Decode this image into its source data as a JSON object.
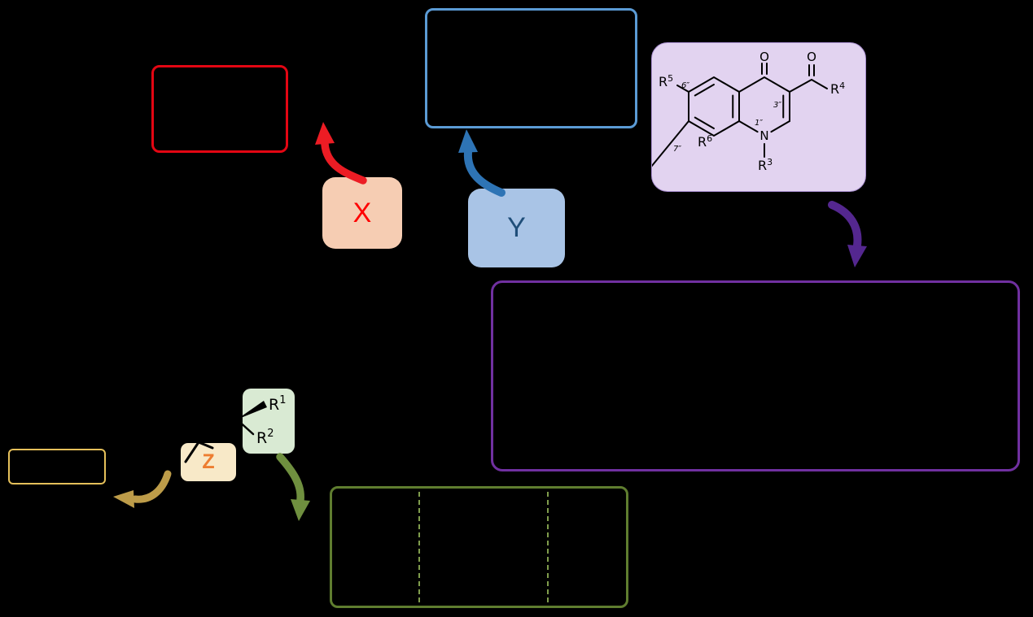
{
  "colors": {
    "background": "#000000",
    "red_box_border": "#e30613",
    "blue_box_border": "#5b9bd5",
    "purple_box_border": "#7030a0",
    "green_box_border": "#5f7d2f",
    "yellow_box_border": "#e5c05a",
    "lavender_box_fill": "#e2d3f0",
    "x_chip_fill": "#f6cdb3",
    "y_chip_fill": "#a9c4e6",
    "z_chip_fill": "#f8e9c8",
    "fragment_chip_fill": "#d9ead3",
    "x_text": "#ff0000",
    "y_text": "#1f4e79",
    "z_text": "#ed7d31",
    "structure_ink": "#000000",
    "arrow_red": "#ec1c24",
    "arrow_blue": "#2e74b5",
    "arrow_purple": "#54278f",
    "arrow_tan": "#bd9c49",
    "arrow_green": "#6f8f3f",
    "divider_dash_green": "#7f9c4c"
  },
  "chips": {
    "x": "X",
    "y": "Y",
    "z": "Z"
  },
  "fragment": {
    "r1": {
      "base": "R",
      "sup": "1"
    },
    "r2": {
      "base": "R",
      "sup": "2"
    }
  },
  "structure": {
    "o_ketone": "O",
    "o_carbonyl": "O",
    "n": "N",
    "r3": {
      "base": "R",
      "sup": "3"
    },
    "r4": {
      "base": "R",
      "sup": "4"
    },
    "r5": {
      "base": "R",
      "sup": "5"
    },
    "r6": {
      "base": "R",
      "sup": "6"
    },
    "pos_1": "1″",
    "pos_3": "3″",
    "pos_6": "6″",
    "pos_7": "7″"
  }
}
